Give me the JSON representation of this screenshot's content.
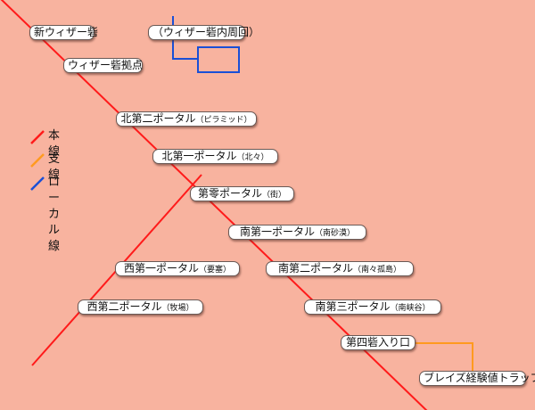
{
  "colors": {
    "background": "#f8b39f",
    "main_line": "#ff1a1a",
    "branch_line": "#ff9a1f",
    "local_line": "#1a4fd6"
  },
  "legend": [
    {
      "label": "本線",
      "color": "#ff1a1a"
    },
    {
      "label": "支線",
      "color": "#ff9a1f"
    },
    {
      "label": "ローカル線",
      "color": "#1a4fd6"
    }
  ],
  "stations": [
    {
      "name": "新ウィザー砦",
      "sub": ""
    },
    {
      "name": "（ウィザー砦内周回）",
      "sub": ""
    },
    {
      "name": "ウィザー砦拠点",
      "sub": ""
    },
    {
      "name": "北第二ポータル",
      "sub": "（ピラミッド）"
    },
    {
      "name": "北第一ポータル",
      "sub": "（北々）"
    },
    {
      "name": "第零ポータル",
      "sub": "（街）"
    },
    {
      "name": "南第一ポータル",
      "sub": "（南砂漠）"
    },
    {
      "name": "西第一ポータル",
      "sub": "（要塞）"
    },
    {
      "name": "南第二ポータル",
      "sub": "（南々孤島）"
    },
    {
      "name": "西第二ポータル",
      "sub": "（牧場）"
    },
    {
      "name": "南第三ポータル",
      "sub": "（南峡谷）"
    },
    {
      "name": "第四砦入り口",
      "sub": ""
    },
    {
      "name": "ブレイズ経験値トラップ",
      "sub": ""
    }
  ]
}
